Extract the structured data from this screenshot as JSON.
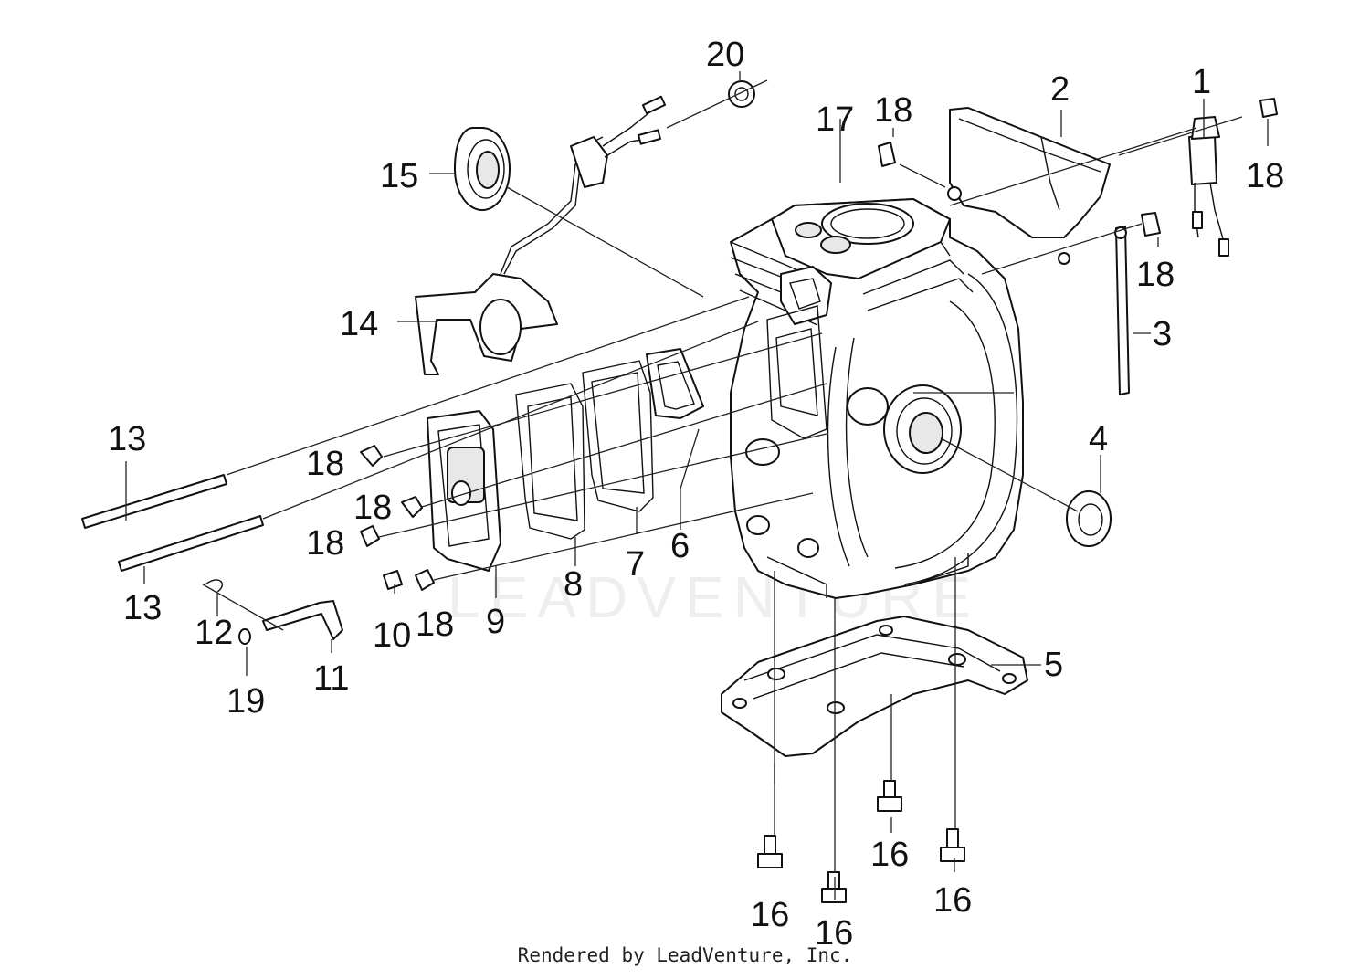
{
  "watermark": "LEADVENTURE",
  "credit": "Rendered by LeadVenture, Inc.",
  "callouts": {
    "c1": "1",
    "c2": "2",
    "c3": "3",
    "c4": "4",
    "c5": "5",
    "c6": "6",
    "c7": "7",
    "c8": "8",
    "c9": "9",
    "c10": "10",
    "c11": "11",
    "c12": "12",
    "c13a": "13",
    "c13b": "13",
    "c14": "14",
    "c15": "15",
    "c16a": "16",
    "c16b": "16",
    "c16c": "16",
    "c16d": "16",
    "c17": "17",
    "c18a": "18",
    "c18b": "18",
    "c18c": "18",
    "c18d": "18",
    "c18e": "18",
    "c18f": "18",
    "c18g": "18",
    "c19": "19",
    "c20": "20"
  }
}
